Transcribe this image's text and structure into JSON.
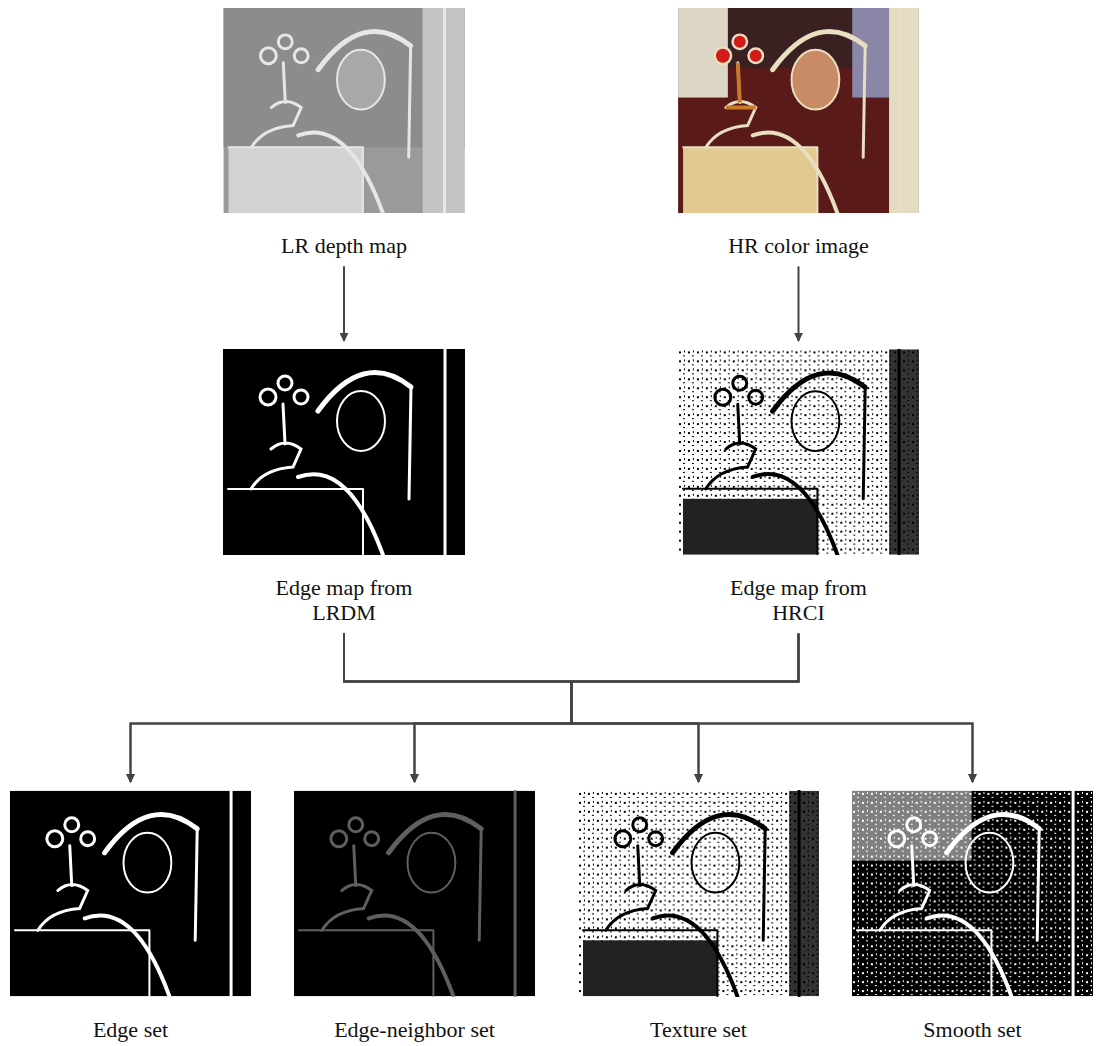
{
  "diagram": {
    "nodes": [
      {
        "text": [
          "LR depth map"
        ]
      },
      {
        "text": [
          "HR color image"
        ]
      },
      {
        "text": [
          "Edge map from LRDM"
        ]
      },
      {
        "text": [
          "Edge map from HRCI"
        ]
      },
      {
        "text": [
          "Edge set"
        ]
      },
      {
        "text": [
          "Edge-neighbor set"
        ]
      },
      {
        "text": [
          "Texture set"
        ]
      },
      {
        "text": [
          "Smooth set"
        ]
      }
    ],
    "edges": [
      {
        "from": 0,
        "to": 2,
        "arrow": "to"
      },
      {
        "from": 1,
        "to": 3,
        "arrow": "to"
      },
      {
        "from": 2,
        "to": 4,
        "arrow": "to"
      },
      {
        "from": 2,
        "to": 5,
        "arrow": "to"
      },
      {
        "from": 2,
        "to": 6,
        "arrow": "to"
      },
      {
        "from": 2,
        "to": 7,
        "arrow": "to"
      },
      {
        "from": 3,
        "to": 4,
        "arrow": "to"
      },
      {
        "from": 3,
        "to": 5,
        "arrow": "to"
      },
      {
        "from": 3,
        "to": 6,
        "arrow": "to"
      },
      {
        "from": 3,
        "to": 7,
        "arrow": "to"
      }
    ]
  }
}
